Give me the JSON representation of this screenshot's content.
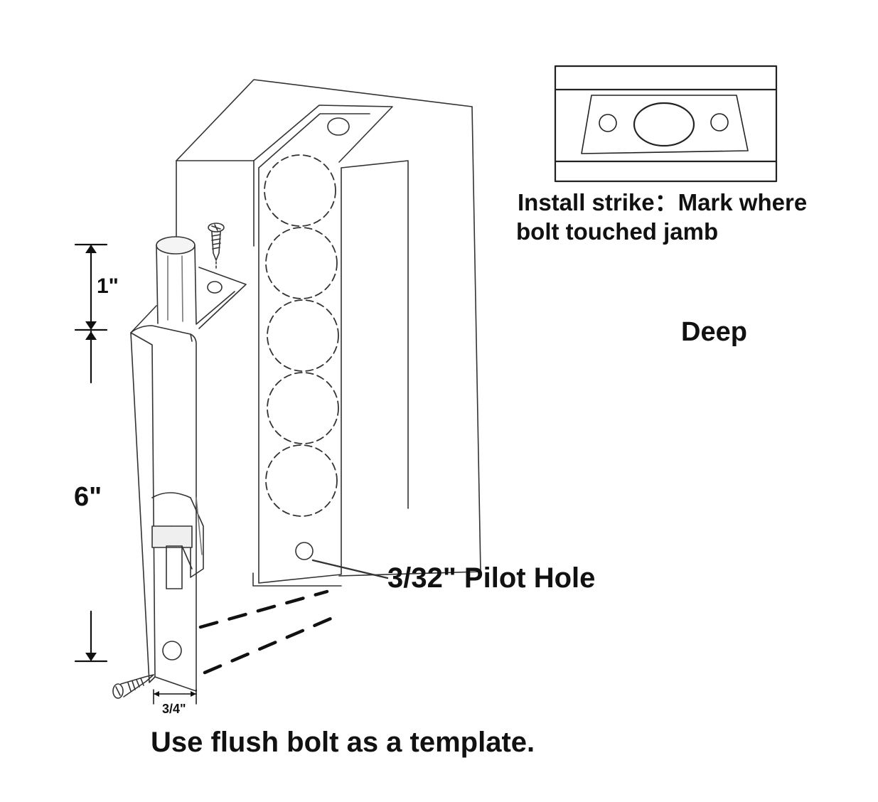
{
  "labels": {
    "dim_one_inch": "1\"",
    "dim_six_inch": "6\"",
    "dim_width": "3/4\"",
    "pilot_hole": "3/32\" Pilot Hole",
    "deep": "Deep",
    "strike_line1": "Install strike：Mark where",
    "strike_line2": "bolt touched jamb",
    "caption": "Use flush bolt as a template."
  },
  "colors": {
    "line": "#333333",
    "text": "#111111",
    "background": "#ffffff"
  },
  "icons": [
    "screw-icon",
    "flush-bolt-drawing",
    "door-jamb-drawing",
    "strike-plate-drawing"
  ]
}
